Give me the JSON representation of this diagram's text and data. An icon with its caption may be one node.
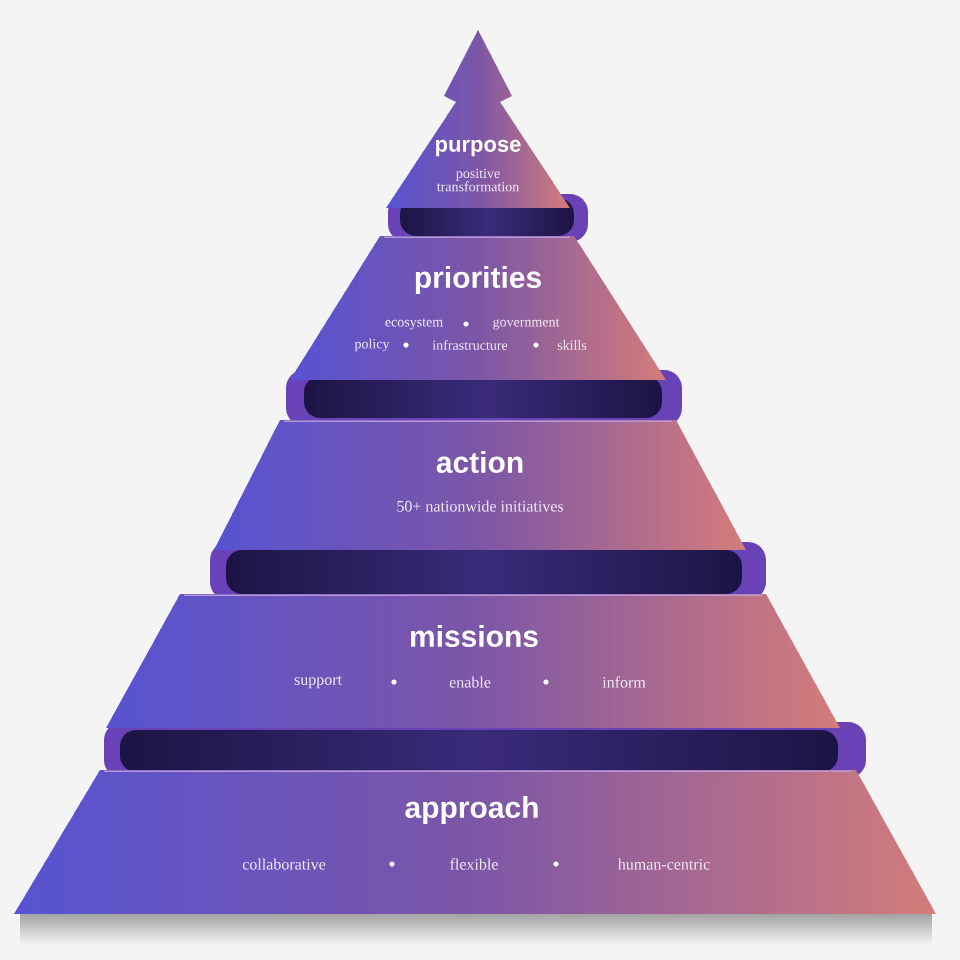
{
  "diagram": {
    "nodes": [
      {
        "text": [
          "purpose",
          "positive transformation"
        ]
      },
      {
        "text": [
          "priorities",
          "ecosystem",
          "government",
          "policy",
          "infrastructure",
          "skills"
        ]
      },
      {
        "text": [
          "action",
          "50+ nationwide initiatives"
        ]
      },
      {
        "text": [
          "missions",
          "support",
          "enable",
          "inform"
        ]
      },
      {
        "text": [
          "approach",
          "collaborative",
          "flexible",
          "human-centric"
        ]
      }
    ]
  }
}
